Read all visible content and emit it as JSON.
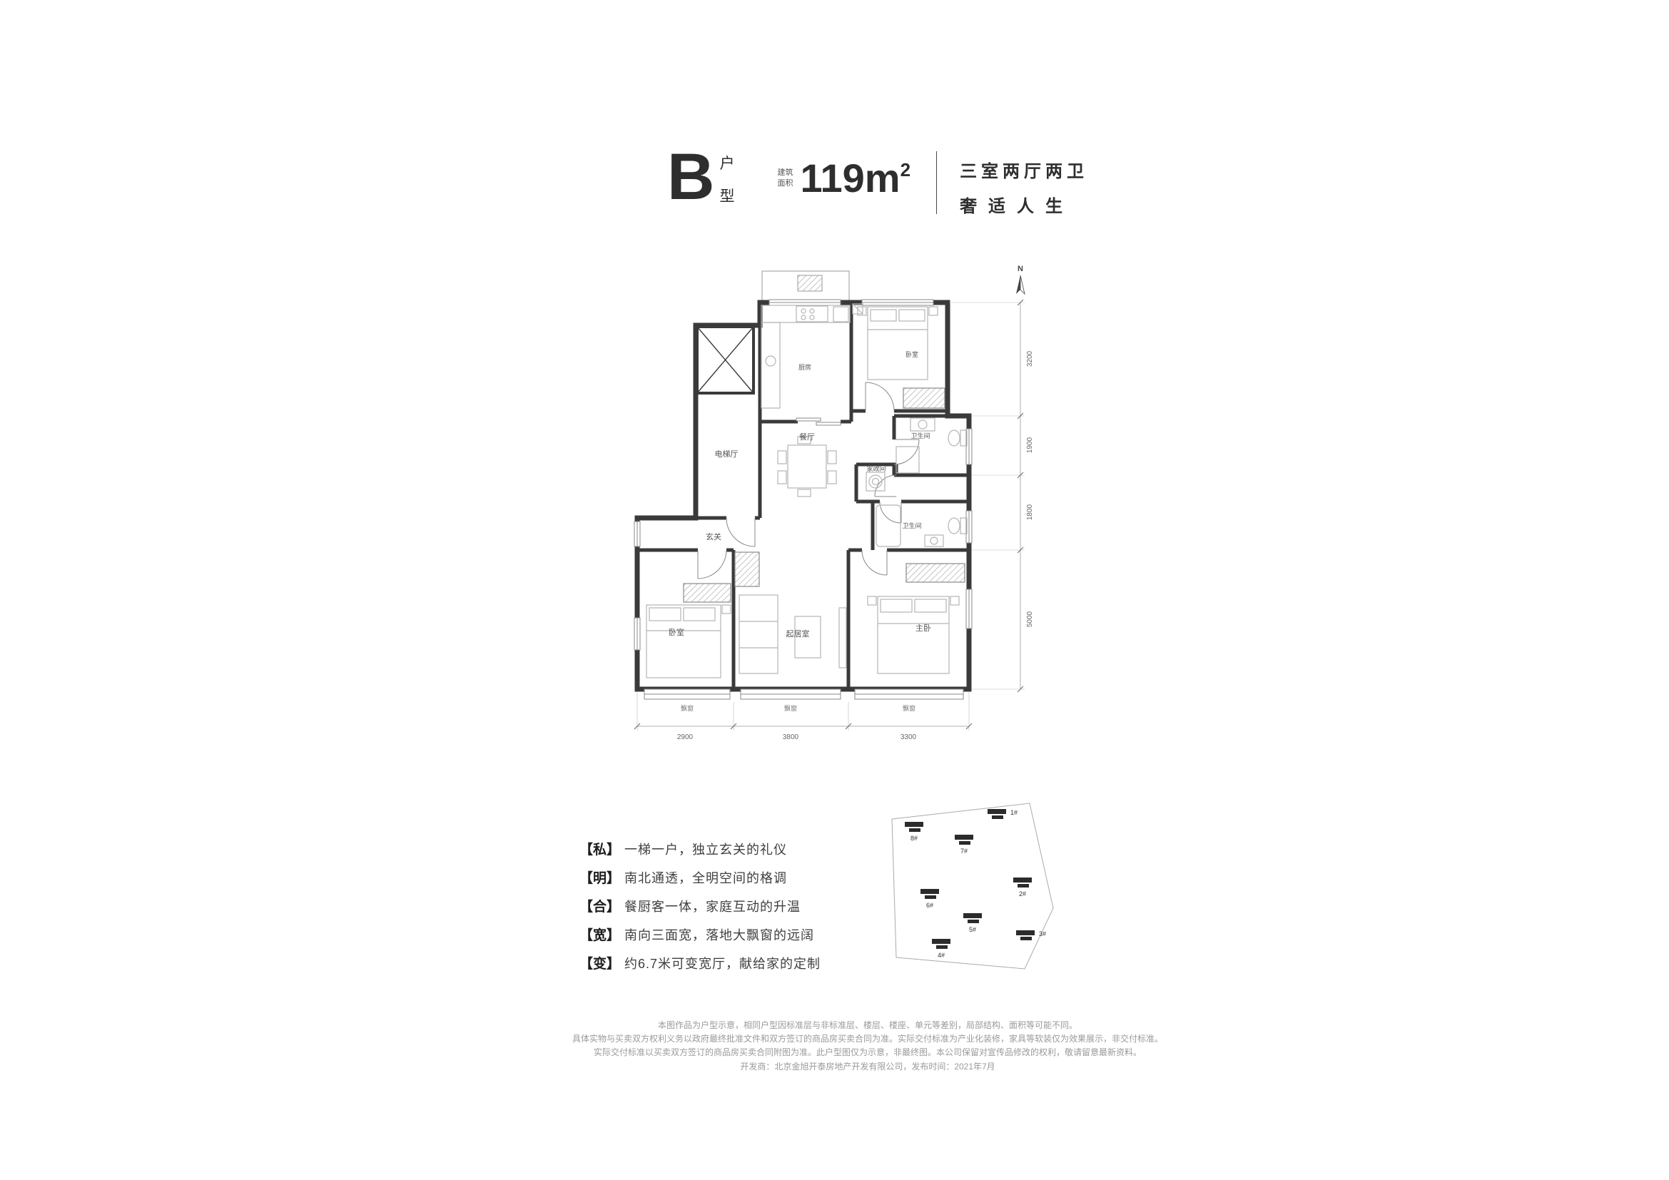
{
  "header": {
    "type_letter": "B",
    "type_label_chars": [
      "户",
      "型"
    ],
    "area_label": "建筑面积",
    "area_value": "119m",
    "area_sup": "2",
    "rooms_label": "三室两厅两卫",
    "slogan": "奢适人生"
  },
  "plan": {
    "north_label": "N",
    "rooms": {
      "kitchen": "厨房",
      "bedroom_top": "卧室",
      "bath1": "卫生间",
      "laundry": "家政间",
      "bath2": "卫生间",
      "elevator_hall": "电梯厅",
      "dining": "餐厅",
      "foyer": "玄关",
      "bedroom_left": "卧室",
      "living": "起居室",
      "master": "主卧",
      "bay1": "飘窗",
      "bay2": "飘窗",
      "bay3": "飘窗"
    },
    "dims_right": [
      "3200",
      "1900",
      "1800",
      "5000"
    ],
    "dims_bottom": [
      "2900",
      "3800",
      "3300"
    ]
  },
  "selling_points": [
    {
      "tag": "【私】",
      "text": "一梯一户，独立玄关的礼仪"
    },
    {
      "tag": "【明】",
      "text": "南北通透，全明空间的格调"
    },
    {
      "tag": "【合】",
      "text": "餐厨客一体，家庭互动的升温"
    },
    {
      "tag": "【宽】",
      "text": "南向三面宽，落地大飘窗的远阔"
    },
    {
      "tag": "【变】",
      "text": "约6.7米可变宽厅，献给家的定制"
    }
  ],
  "site_plan": {
    "buildings": [
      {
        "label": "8#"
      },
      {
        "label": "7#"
      },
      {
        "label": "1#"
      },
      {
        "label": "6#"
      },
      {
        "label": "2#"
      },
      {
        "label": "5#"
      },
      {
        "label": "4#"
      },
      {
        "label": "3#"
      }
    ]
  },
  "disclaimer": [
    "本图作品为户型示意，相同户型因标准层与非标准层、楼层、楼座、单元等差别，局部结构、面积等可能不同。",
    "具体实物与买卖双方权利义务以政府最终批准文件和双方签订的商品房买卖合同为准。实际交付标准为产业化装修，家具等软装仅为效果展示，非交付标准。",
    "实际交付标准以买卖双方签订的商品房买卖合同附图为准。此户型图仅为示意，非最终图。本公司保留对宣传品修改的权利，敬请留意最新资料。",
    "开发商：北京金旭开泰房地产开发有限公司，发布时间：2021年7月"
  ],
  "colors": {
    "wall": "#3a3a3a",
    "thin_line": "#999999",
    "furniture": "#b5b5b5",
    "text": "#2e2e2e",
    "dim_text": "#666666",
    "disclaimer_text": "#9a9a9a"
  }
}
